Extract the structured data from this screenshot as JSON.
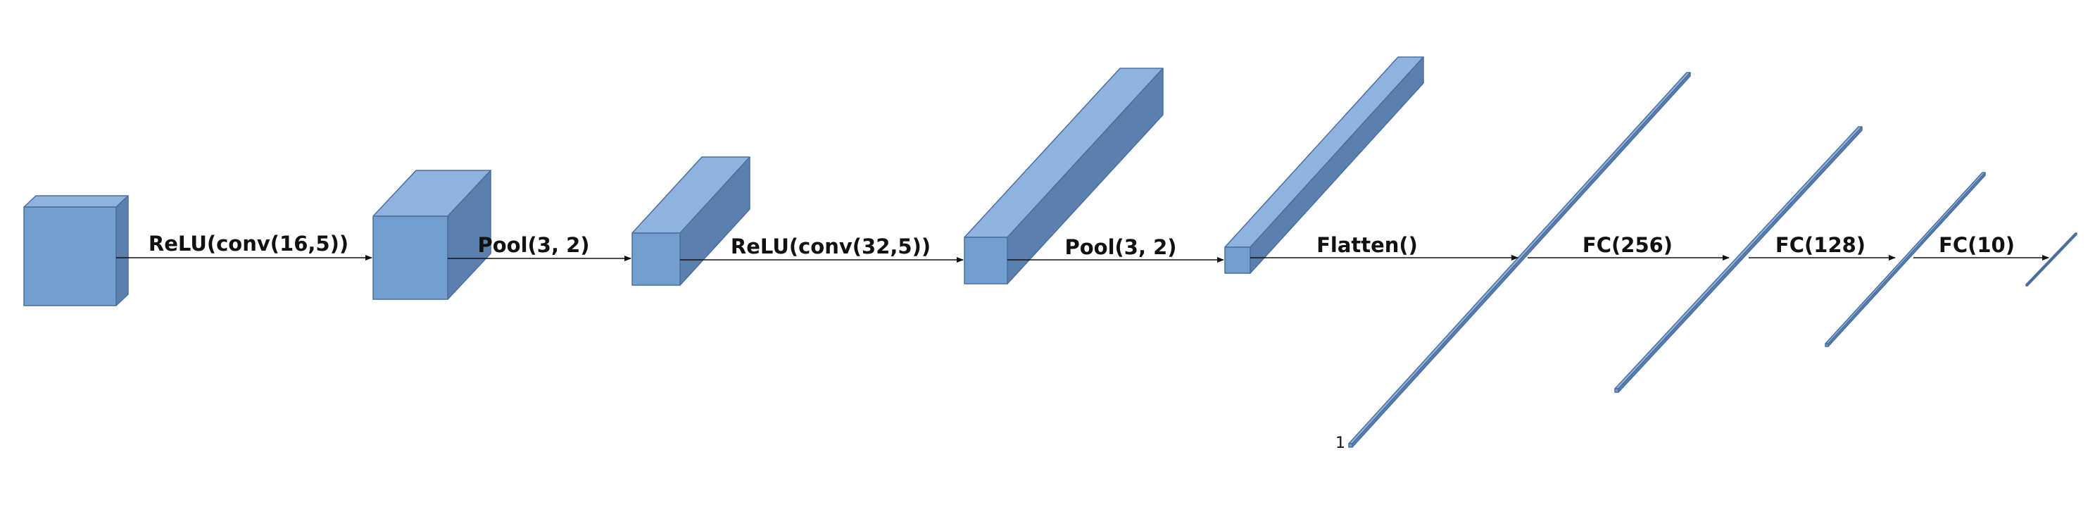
{
  "colors": {
    "front": "#729fcf",
    "top": "#8fb2de",
    "side": "#5b80ad",
    "stroke": "#4a6f9c",
    "arrow": "#111111"
  },
  "layers": [
    {
      "name": "input-volume"
    },
    {
      "name": "conv1-volume"
    },
    {
      "name": "pool1-volume"
    },
    {
      "name": "conv2-volume"
    },
    {
      "name": "pool2-volume"
    },
    {
      "name": "flatten-vector"
    },
    {
      "name": "fc256-vector"
    },
    {
      "name": "fc128-vector"
    },
    {
      "name": "fc10-vector"
    }
  ],
  "edges": [
    {
      "label": "ReLU(conv(16,5))"
    },
    {
      "label": "Pool(3, 2)"
    },
    {
      "label": "ReLU(conv(32,5))"
    },
    {
      "label": "Pool(3, 2)"
    },
    {
      "label": "Flatten()"
    },
    {
      "label": "FC(256)"
    },
    {
      "label": "FC(128)"
    },
    {
      "label": "FC(10)"
    }
  ],
  "annotations": {
    "tick": "1"
  }
}
